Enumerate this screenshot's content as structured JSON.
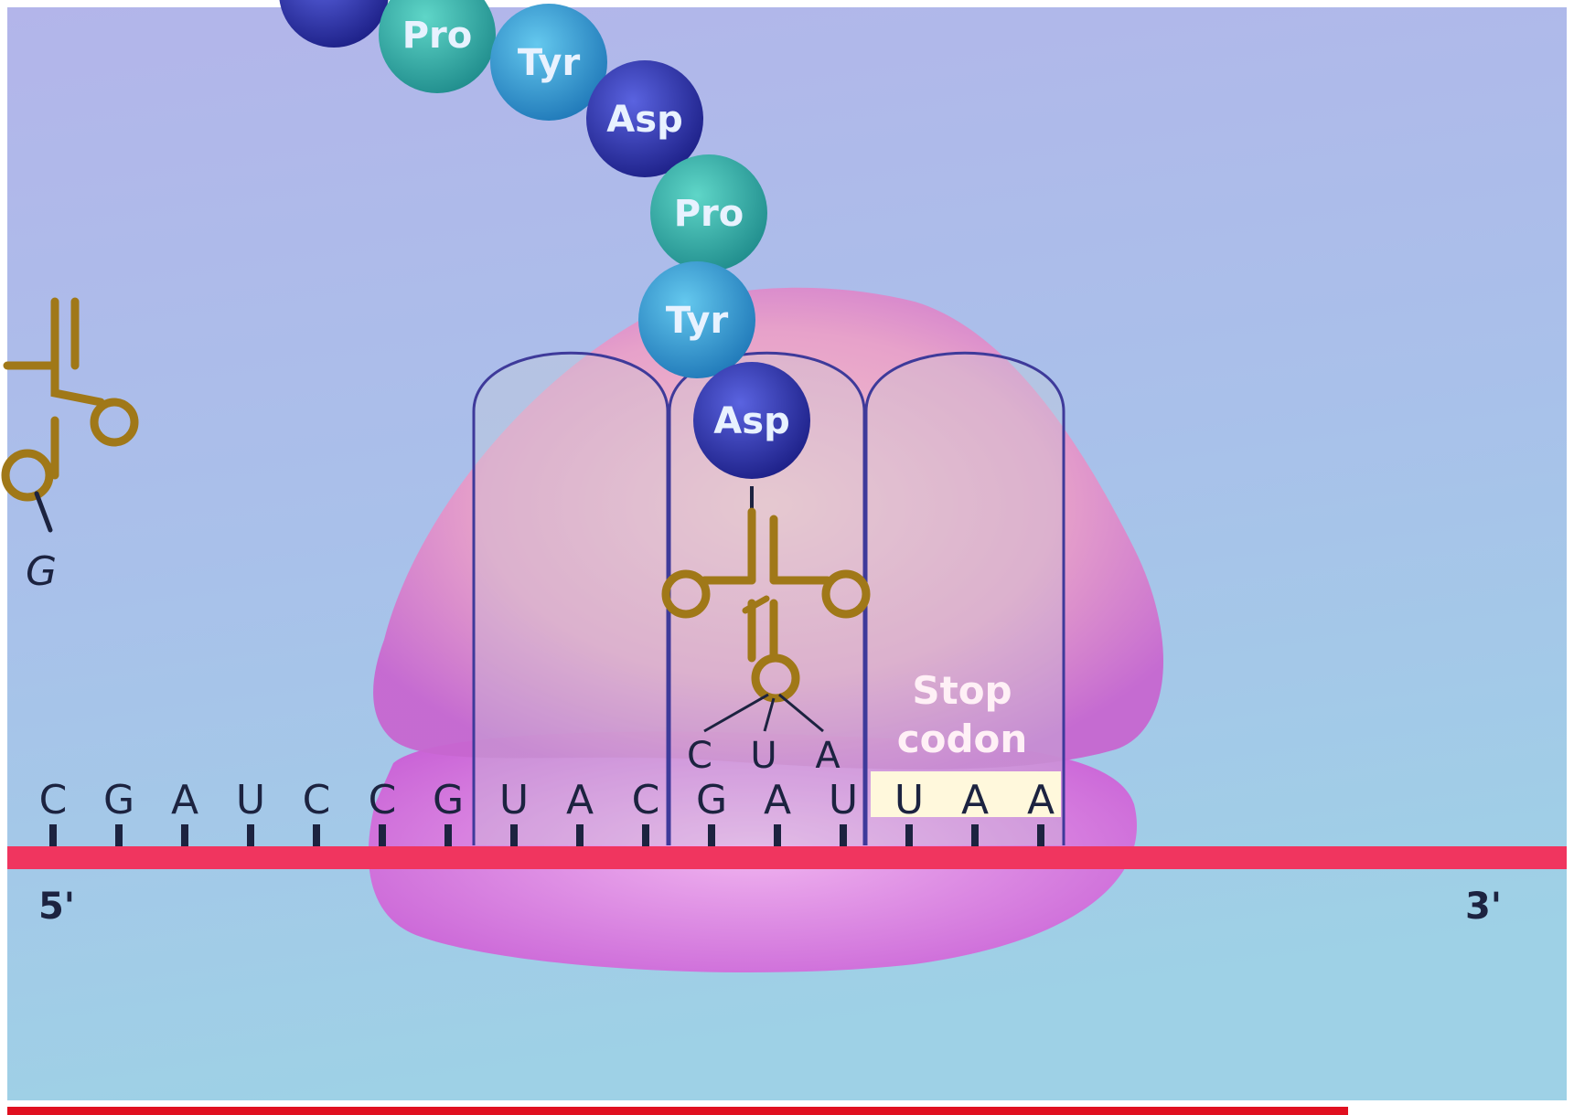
{
  "diagram": {
    "polypeptide": [
      "Pro",
      "Tyr",
      "Asp",
      "Pro",
      "Tyr",
      "Asp"
    ],
    "mrna_bases": [
      "C",
      "G",
      "A",
      "U",
      "C",
      "C",
      "G",
      "U",
      "A",
      "C",
      "G",
      "A",
      "U",
      "U",
      "A",
      "A"
    ],
    "anticodon": [
      "C",
      "U",
      "A"
    ],
    "stop_codon_label": [
      "Stop",
      "codon"
    ],
    "left_trna_base": "G",
    "five_prime": "5'",
    "three_prime": "3'",
    "colors": {
      "background": "#a9bde8",
      "ribosome_small": "#d88ad8",
      "ribosome_large": "#ef9fc8",
      "mrna_strand": "#f0355f",
      "trna": "#a07818",
      "stop_highlight": "#fff8dc",
      "progress_bar": "#e01020"
    }
  },
  "video": {
    "progress": 0.86
  }
}
